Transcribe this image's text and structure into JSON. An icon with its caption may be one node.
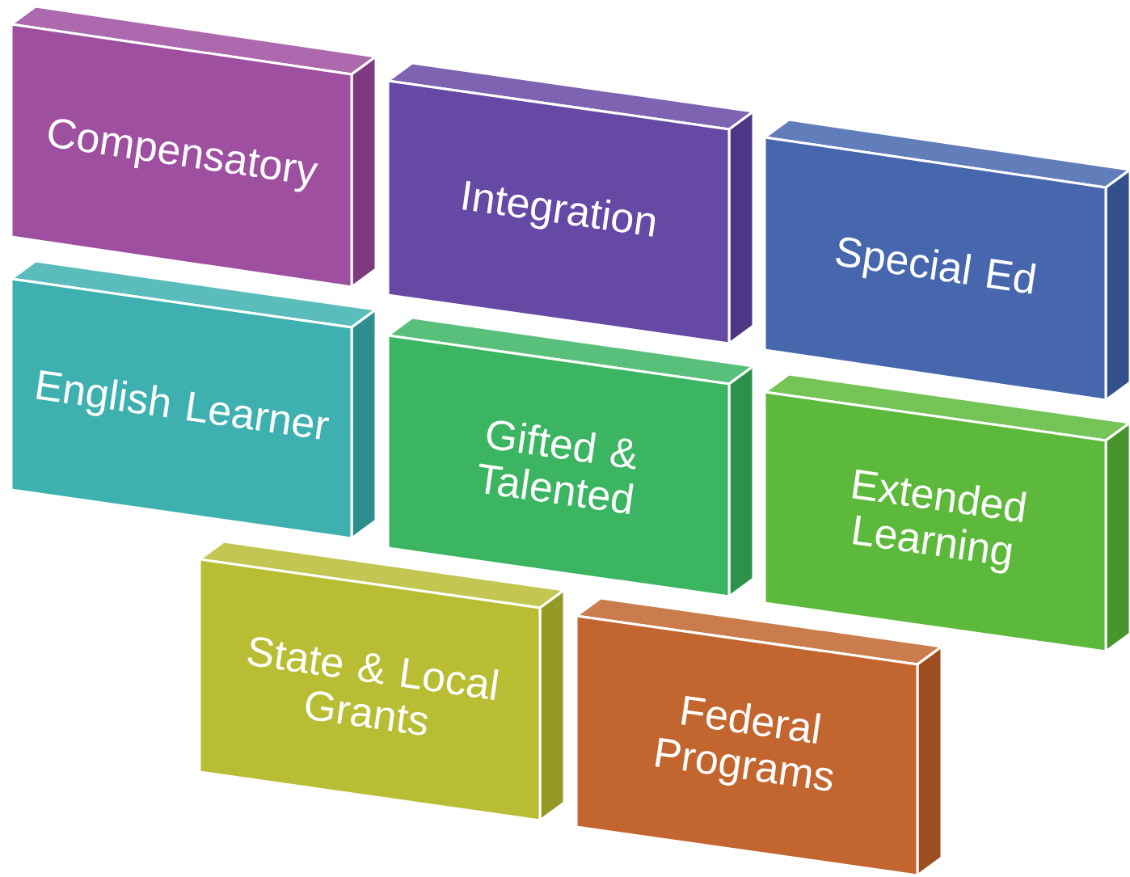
{
  "diagram": {
    "nodes": [
      {
        "text": [
          "Compensatory"
        ]
      },
      {
        "text": [
          "Integration"
        ]
      },
      {
        "text": [
          "Special Ed"
        ]
      },
      {
        "text": [
          "English Learner"
        ]
      },
      {
        "text": [
          "Gifted & Talented"
        ]
      },
      {
        "text": [
          "Extended Learning"
        ]
      },
      {
        "text": [
          "State & Local Grants"
        ]
      },
      {
        "text": [
          "Federal Programs"
        ]
      }
    ]
  }
}
